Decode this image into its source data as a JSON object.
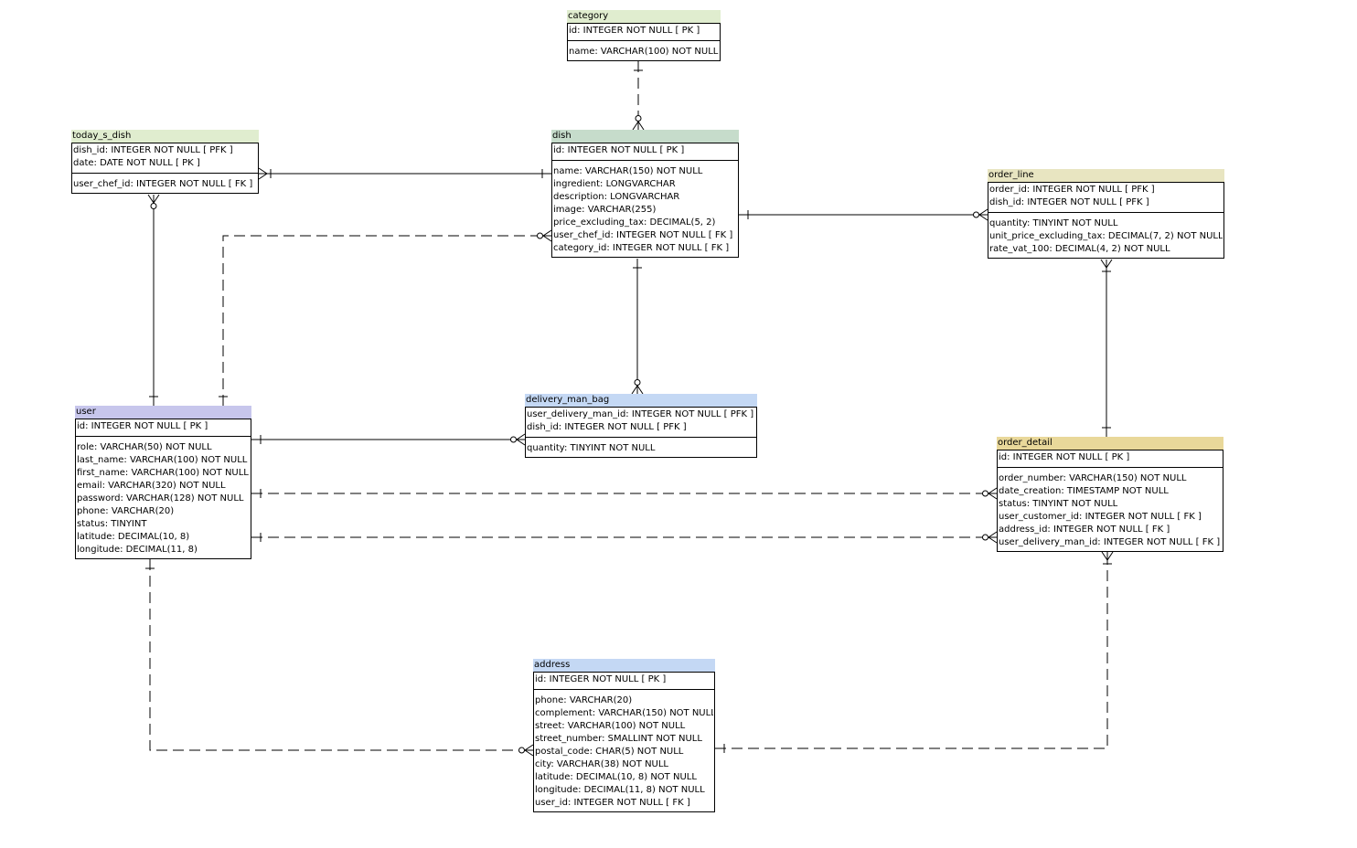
{
  "colors": {
    "category": "#e0edcf",
    "today_s_dish": "#e0edcf",
    "dish": "#c6dccb",
    "order_line": "#e8e5c1",
    "user": "#c7c6ec",
    "delivery_man_bag": "#c4d8f4",
    "order_detail": "#e9d89a",
    "address": "#c4d8f4"
  },
  "entities": [
    {
      "id": "category",
      "name": "category",
      "key_fields": [
        "id: INTEGER   NOT NULL  [ PK ]"
      ],
      "fields": [
        "name: VARCHAR(100)   NOT NULL"
      ]
    },
    {
      "id": "today_s_dish",
      "name": "today_s_dish",
      "key_fields": [
        "dish_id: INTEGER   NOT NULL  [ PFK ]",
        "date: DATE   NOT NULL  [ PK ]"
      ],
      "fields": [
        "user_chef_id: INTEGER   NOT NULL  [ FK ]"
      ]
    },
    {
      "id": "dish",
      "name": "dish",
      "key_fields": [
        "id: INTEGER   NOT NULL  [ PK ]"
      ],
      "fields": [
        "name: VARCHAR(150)   NOT NULL",
        "ingredient: LONGVARCHAR",
        "description: LONGVARCHAR",
        "image: VARCHAR(255)",
        "price_excluding_tax: DECIMAL(5, 2)",
        "user_chef_id: INTEGER   NOT NULL  [ FK ]",
        "category_id: INTEGER   NOT NULL  [ FK ]"
      ]
    },
    {
      "id": "order_line",
      "name": "order_line",
      "key_fields": [
        "order_id: INTEGER   NOT NULL  [ PFK ]",
        "dish_id: INTEGER   NOT NULL  [ PFK ]"
      ],
      "fields": [
        "quantity: TINYINT   NOT NULL",
        "unit_price_excluding_tax: DECIMAL(7, 2)   NOT NULL",
        "rate_vat_100: DECIMAL(4, 2)   NOT NULL"
      ]
    },
    {
      "id": "user",
      "name": "user",
      "key_fields": [
        "id: INTEGER   NOT NULL  [ PK ]"
      ],
      "fields": [
        "role: VARCHAR(50)   NOT NULL",
        "last_name: VARCHAR(100)   NOT NULL",
        "first_name: VARCHAR(100)   NOT NULL",
        "email: VARCHAR(320)   NOT NULL",
        "password: VARCHAR(128)   NOT NULL",
        "phone: VARCHAR(20)",
        "status: TINYINT",
        "latitude: DECIMAL(10, 8)",
        "longitude: DECIMAL(11, 8)"
      ]
    },
    {
      "id": "delivery_man_bag",
      "name": "delivery_man_bag",
      "key_fields": [
        "user_delivery_man_id: INTEGER   NOT NULL  [ PFK ]",
        "dish_id: INTEGER   NOT NULL  [ PFK ]"
      ],
      "fields": [
        "quantity: TINYINT   NOT NULL"
      ]
    },
    {
      "id": "order_detail",
      "name": "order_detail",
      "key_fields": [
        "id: INTEGER   NOT NULL  [ PK ]"
      ],
      "fields": [
        "order_number: VARCHAR(150)   NOT NULL",
        "date_creation: TIMESTAMP   NOT NULL",
        "status: TINYINT   NOT NULL",
        "user_customer_id: INTEGER   NOT NULL  [ FK ]",
        "address_id: INTEGER   NOT NULL  [ FK ]",
        "user_delivery_man_id: INTEGER   NOT NULL  [ FK ]"
      ]
    },
    {
      "id": "address",
      "name": "address",
      "key_fields": [
        "id: INTEGER   NOT NULL  [ PK ]"
      ],
      "fields": [
        "phone: VARCHAR(20)",
        "complement: VARCHAR(150)   NOT NULL",
        "street: VARCHAR(100)   NOT NULL",
        "street_number: SMALLINT   NOT NULL",
        "postal_code: CHAR(5)   NOT NULL",
        "city: VARCHAR(38)   NOT NULL",
        "latitude: DECIMAL(10, 8)   NOT NULL",
        "longitude: DECIMAL(11, 8)   NOT NULL",
        "user_id: INTEGER   NOT NULL  [ FK ]"
      ]
    }
  ],
  "relationships": [
    {
      "from": "category",
      "to": "dish",
      "identifying": false,
      "from_card": "one",
      "to_card": "zero-or-many"
    },
    {
      "from": "dish",
      "to": "today_s_dish",
      "identifying": true,
      "from_card": "one",
      "to_card": "one-or-many"
    },
    {
      "from": "user",
      "to": "today_s_dish",
      "identifying": true,
      "from_card": "one",
      "to_card": "zero-or-many"
    },
    {
      "from": "user",
      "to": "dish",
      "identifying": false,
      "from_card": "one",
      "to_card": "zero-or-many"
    },
    {
      "from": "dish",
      "to": "order_line",
      "identifying": true,
      "from_card": "one",
      "to_card": "zero-or-many"
    },
    {
      "from": "order_detail",
      "to": "order_line",
      "identifying": true,
      "from_card": "one",
      "to_card": "one-or-many"
    },
    {
      "from": "dish",
      "to": "delivery_man_bag",
      "identifying": true,
      "from_card": "one",
      "to_card": "zero-or-many"
    },
    {
      "from": "user",
      "to": "delivery_man_bag",
      "identifying": true,
      "from_card": "one",
      "to_card": "zero-or-many"
    },
    {
      "from": "user",
      "to": "order_detail",
      "identifying": false,
      "from_card": "one",
      "to_card": "zero-or-many"
    },
    {
      "from": "user",
      "to": "order_detail",
      "identifying": false,
      "from_card": "one",
      "to_card": "zero-or-many"
    },
    {
      "from": "user",
      "to": "address",
      "identifying": false,
      "from_card": "one",
      "to_card": "zero-or-many"
    },
    {
      "from": "address",
      "to": "order_detail",
      "identifying": false,
      "from_card": "one",
      "to_card": "one-or-many"
    }
  ]
}
